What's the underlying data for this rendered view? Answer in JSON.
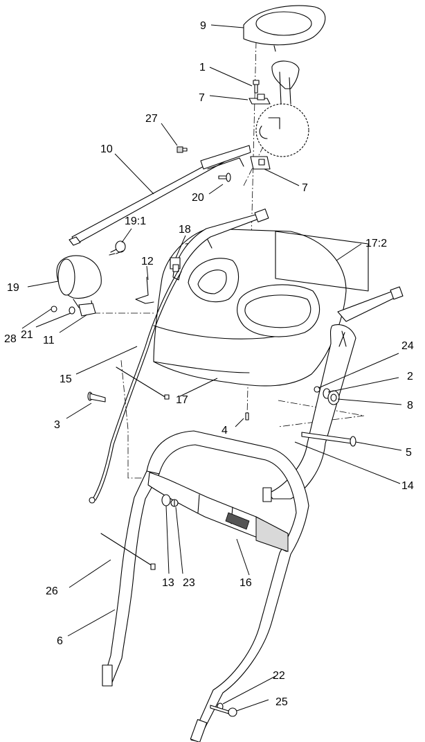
{
  "callouts": {
    "c9": "9",
    "c1": "1",
    "c7a": "7",
    "c27": "27",
    "c10": "10",
    "c20": "20",
    "c7b": "7",
    "c19_1": "19:1",
    "c18": "18",
    "c17_2": "17:2",
    "c12": "12",
    "c19": "19",
    "c28": "28",
    "c21": "21",
    "c11": "11",
    "c15": "15",
    "c24": "24",
    "c2": "2",
    "c8": "8",
    "c17": "17",
    "c3": "3",
    "c4": "4",
    "c5": "5",
    "c14": "14",
    "c26": "26",
    "c13": "13",
    "c23": "23",
    "c16": "16",
    "c6": "6",
    "c22": "22",
    "c25": "25"
  }
}
